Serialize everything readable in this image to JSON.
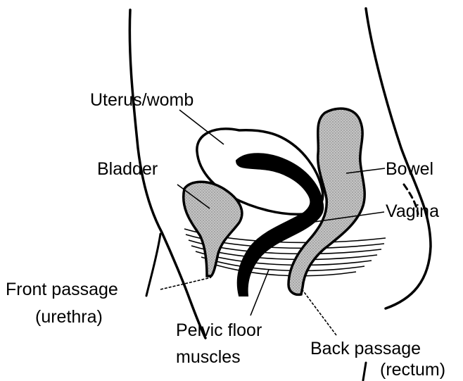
{
  "labels": {
    "uterus": "Uterus/womb",
    "bladder": "Bladder",
    "bowel": "Bowel",
    "vagina": "Vagina",
    "front_passage_line1": "Front passage",
    "front_passage_line2": "(urethra)",
    "pelvic_floor_line1": "Pelvic floor",
    "pelvic_floor_line2": "muscles",
    "back_passage_line1": "Back passage",
    "back_passage_line2": "(rectum)"
  },
  "colors": {
    "outline": "#000000",
    "organ_fill": "#b0b0b0",
    "background": "#ffffff"
  }
}
